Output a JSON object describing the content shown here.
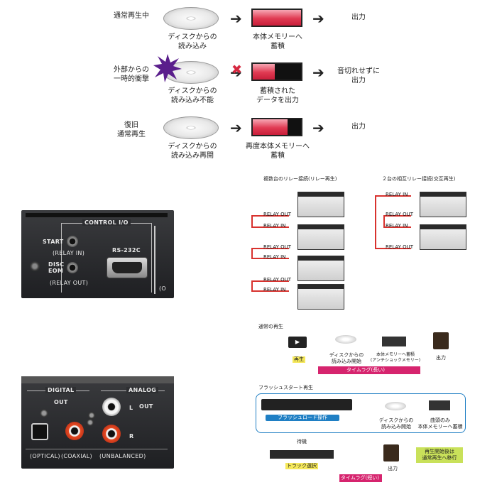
{
  "flow": {
    "rows": [
      {
        "state": "通常再生中",
        "disc": "ディスクからの\n読み込み",
        "memory": "本体メモリーへ\n蓄積",
        "output": "出力",
        "fill": 1.0
      },
      {
        "state": "外部からの\n一時的衝撃",
        "disc": "ディスクからの\n読み込み不能",
        "memory": "蓄積された\nデータを出力",
        "output": "音切れせずに\n出力",
        "fill": 0.45
      },
      {
        "state": "復旧\n通常再生",
        "disc": "ディスクからの\n読み込み再開",
        "memory": "再度本体メモリーへ\n蓄積",
        "output": "出力",
        "fill": 0.72
      }
    ]
  },
  "control_panel": {
    "title": "CONTROL I/O",
    "start": "START",
    "relay_in": "(RELAY IN)",
    "disc": "DISC",
    "eom": "EOM",
    "relay_out": "(RELAY OUT)",
    "rs232c": "RS-232C",
    "edge": "(O"
  },
  "audio_panel": {
    "digital": "DIGITAL",
    "analog": "ANALOG",
    "out_digital": "OUT",
    "out_analog": "OUT",
    "l": "L",
    "r": "R",
    "optical": "(OPTICAL)",
    "coaxial": "(COAXIAL)",
    "unbalanced": "(UNBALANCED)"
  },
  "relay": {
    "left_title": "複数台のリレー接続(リレー再生)",
    "right_title": "２台の相互リレー接続(交互再生)",
    "relay_out": "RELAY OUT",
    "relay_in": "RELAY IN"
  },
  "normal_play": {
    "title": "通常の再生",
    "play": "再生",
    "disc": "ディスクからの\n読み込み開始",
    "memory": "本体メモリーへ蓄積\n(アンチショックメモリー)",
    "output": "出力",
    "lag": "タイムラグ(長い)"
  },
  "flash_start": {
    "title": "フラッシュスタート再生",
    "load": "フラッシュロード操作",
    "disc": "ディスクからの\n読み込み開始",
    "memory": "曲頭のみ\n本体メモリーへ蓄積",
    "standby": "待機",
    "track": "トラック選択",
    "output": "出力",
    "lag": "タイムラグ(短い)",
    "note": "再生開始後は\n通常再生へ移行"
  },
  "colors": {
    "accent_red": "#d62840",
    "relay_red": "#d8322e",
    "info_blue": "#1f7fc4",
    "lag_pink": "#d6246e",
    "note_green": "#c9e15a"
  }
}
